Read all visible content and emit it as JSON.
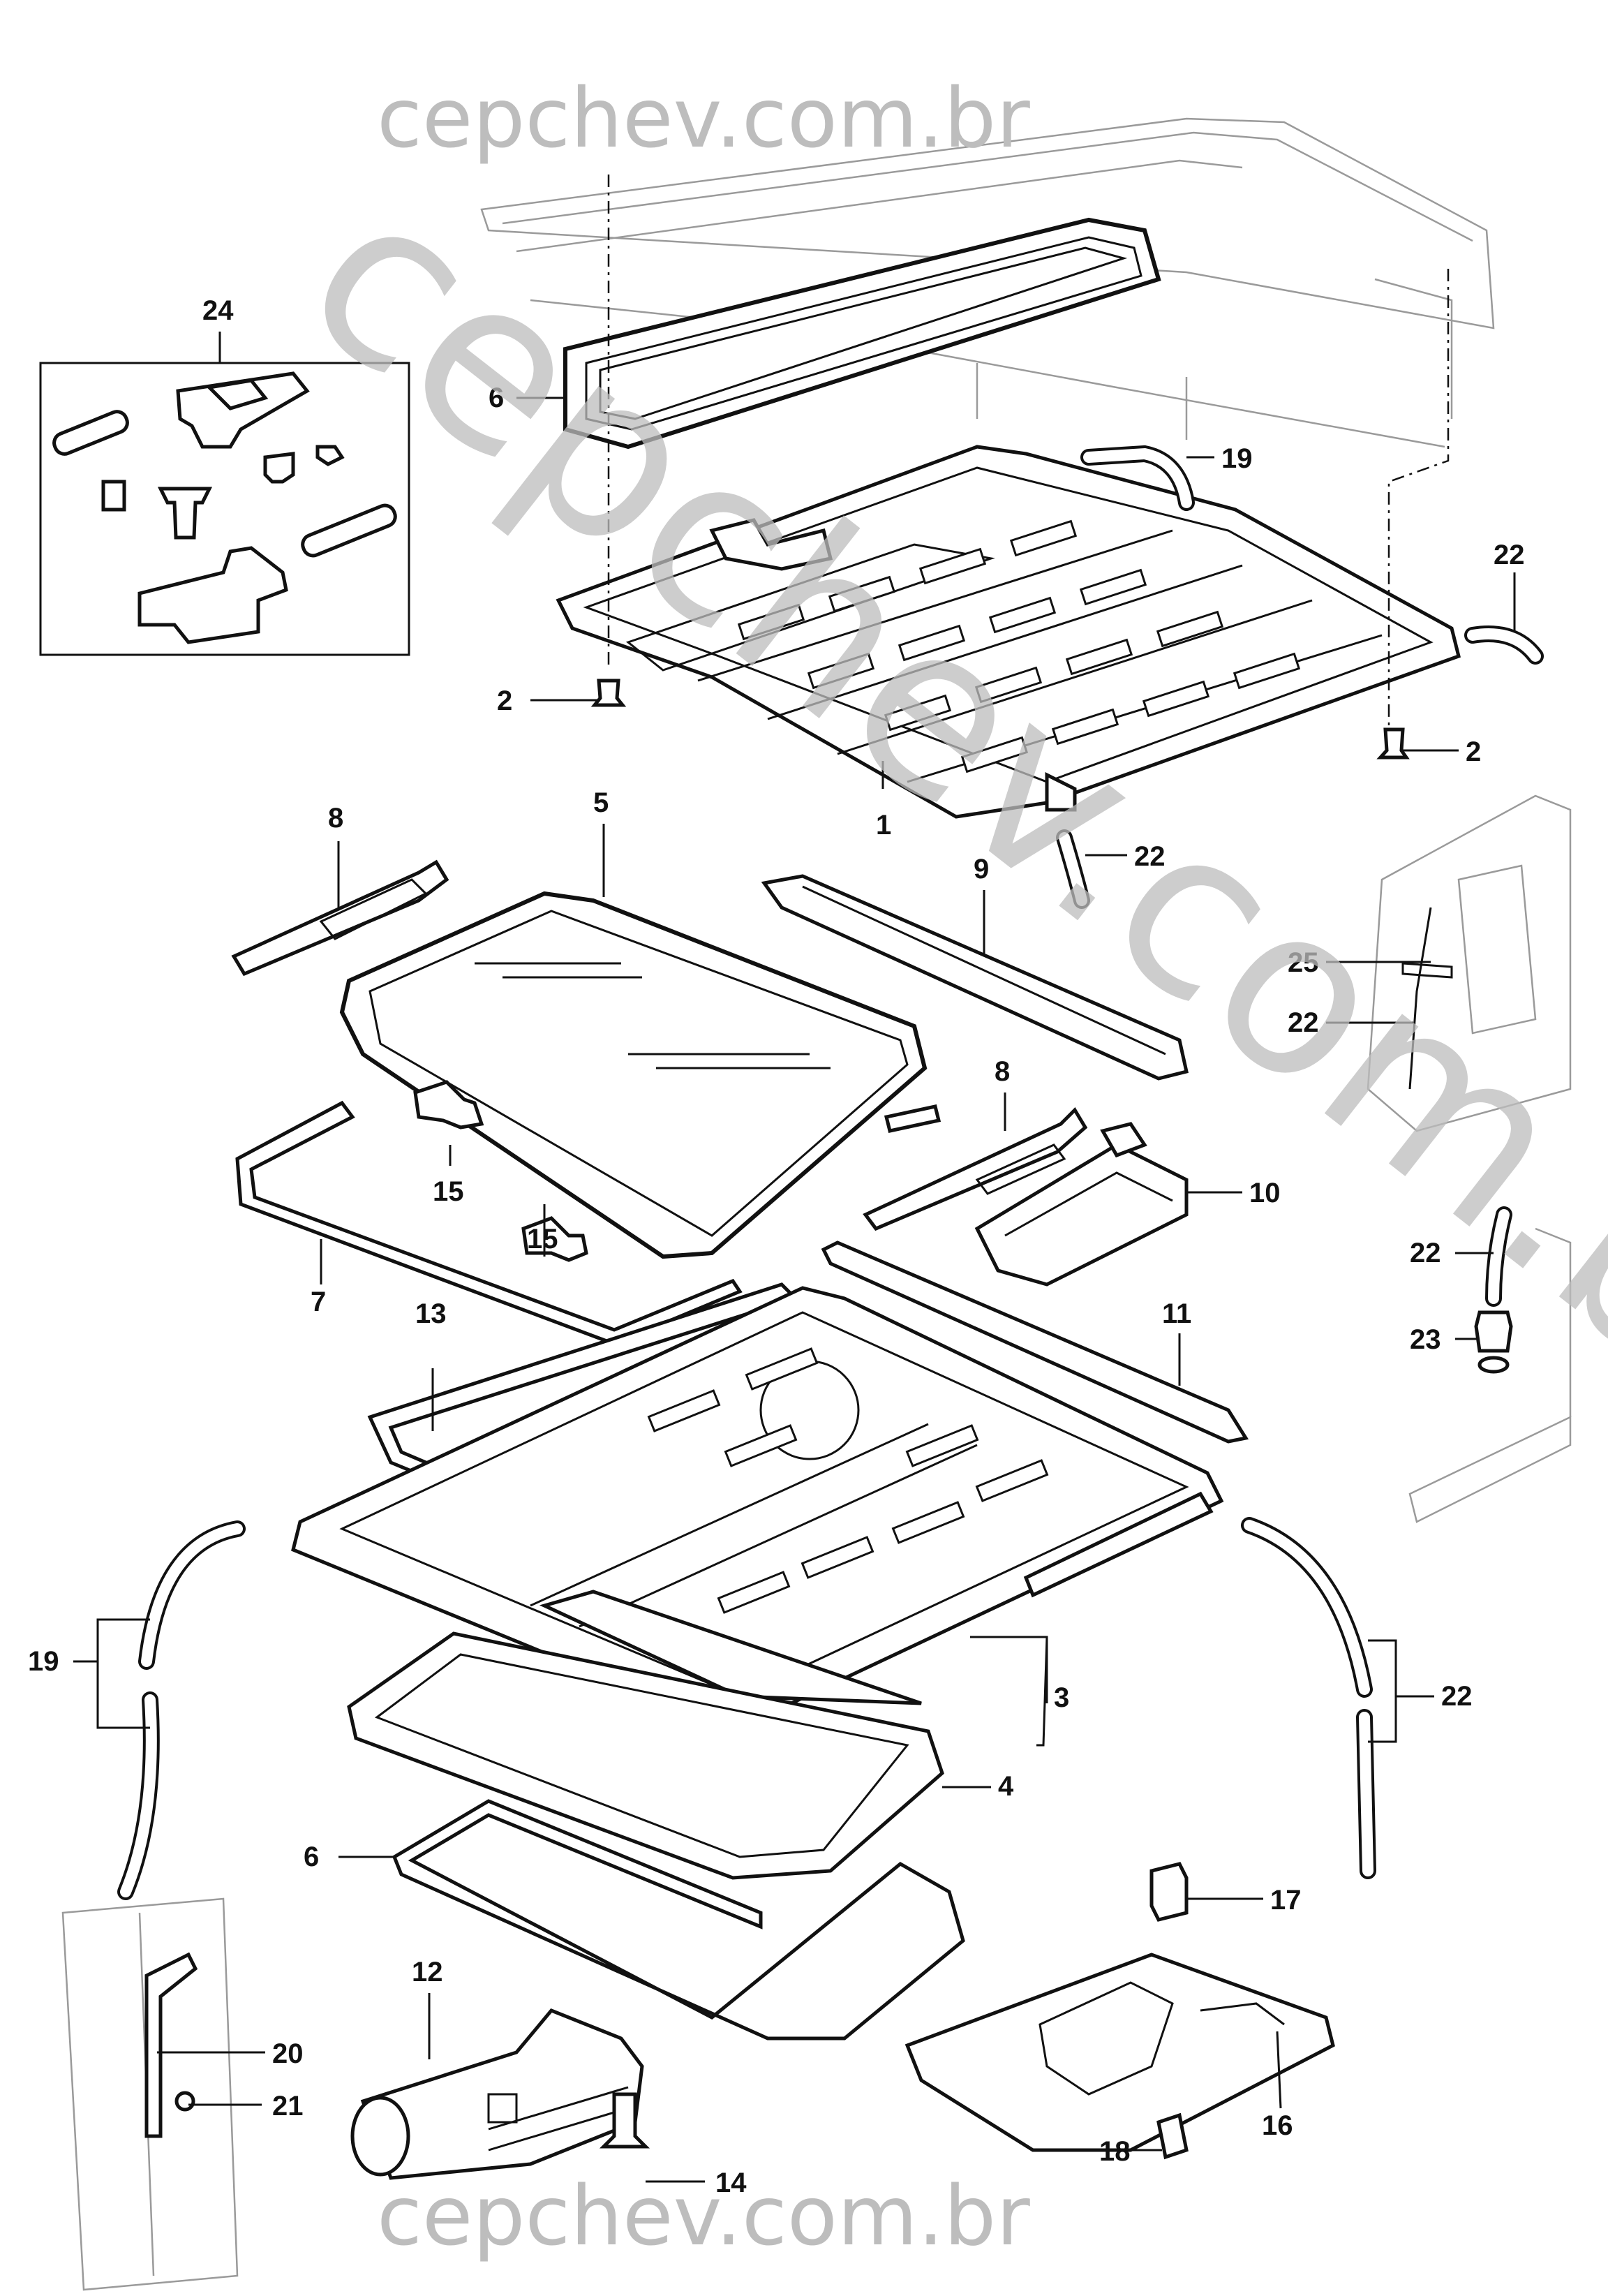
{
  "watermark": {
    "top": "cepchev.com.br",
    "bottom": "cepchev.com.br",
    "diagonal": "cepchev.com.br",
    "color": "#bdbdbd"
  },
  "callouts": {
    "c24": "24",
    "c6a": "6",
    "c19a": "19",
    "c22a": "22",
    "c2a": "2",
    "c2b": "2",
    "c1": "1",
    "c22b": "22",
    "c8a": "8",
    "c5": "5",
    "c9": "9",
    "c25": "25",
    "c22c": "22",
    "c15a": "15",
    "c15b": "15",
    "c8b": "8",
    "c10": "10",
    "c7": "7",
    "c22d": "22",
    "c23": "23",
    "c13": "13",
    "c11": "11",
    "c19b": "19",
    "c3": "3",
    "c22e": "22",
    "c4": "4",
    "c6b": "6",
    "c17": "17",
    "c12": "12",
    "c20": "20",
    "c21": "21",
    "c16": "16",
    "c14": "14",
    "c18": "18"
  },
  "colors": {
    "line": "#111111",
    "background": "#ffffff",
    "ghost": "#9a9a9a"
  }
}
